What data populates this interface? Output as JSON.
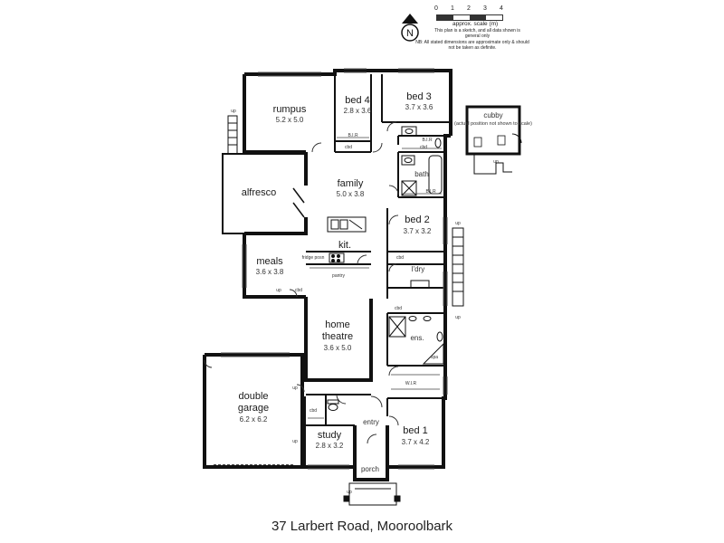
{
  "address": "37 Larbert Road, Mooroolbark",
  "legend": {
    "scale_ticks": [
      "0",
      "1",
      "2",
      "3",
      "4"
    ],
    "scale_label": "approx. scale (m)",
    "note_sketch": "This plan is a sketch, and all data shown is general only",
    "note_dimensions": "NB: All stated dimensions are approximate only & should not be taken as definite.",
    "north_label": "N"
  },
  "rooms": {
    "rumpus": {
      "name": "rumpus",
      "dims": "5.2 x 5.0"
    },
    "bed4": {
      "name": "bed 4",
      "dims": "2.8 x 3.6"
    },
    "bed3": {
      "name": "bed 3",
      "dims": "3.7 x 3.6"
    },
    "family": {
      "name": "family",
      "dims": "5.0 x 3.8"
    },
    "alfresco": {
      "name": "alfresco"
    },
    "bath": {
      "name": "bath"
    },
    "bed2": {
      "name": "bed 2",
      "dims": "3.7 x 3.2"
    },
    "kitchen": {
      "name": "kit."
    },
    "meals": {
      "name": "meals",
      "dims": "3.6 x 3.8"
    },
    "laundry": {
      "name": "l'dry"
    },
    "home_theatre": {
      "name_line1": "home",
      "name_line2": "theatre",
      "dims": "3.6 x 5.0"
    },
    "ensuite": {
      "name": "ens."
    },
    "spa": {
      "name": "spa"
    },
    "wir": {
      "name": "W.I.R"
    },
    "double_garage": {
      "name_line1": "double",
      "name_line2": "garage",
      "dims": "6.2 x 6.2"
    },
    "entry": {
      "name": "entry"
    },
    "bed1": {
      "name": "bed 1",
      "dims": "3.7 x 4.2"
    },
    "study": {
      "name": "study",
      "dims": "2.8 x 3.2"
    },
    "porch": {
      "name": "porch"
    },
    "cubby": {
      "name": "cubby",
      "note": "(actual position not shown to scale)"
    }
  },
  "small_labels": {
    "bir": "B.I.R",
    "cbd": "cbd",
    "pantry": "pantry",
    "fridge": "fridge posn",
    "up": "up"
  }
}
